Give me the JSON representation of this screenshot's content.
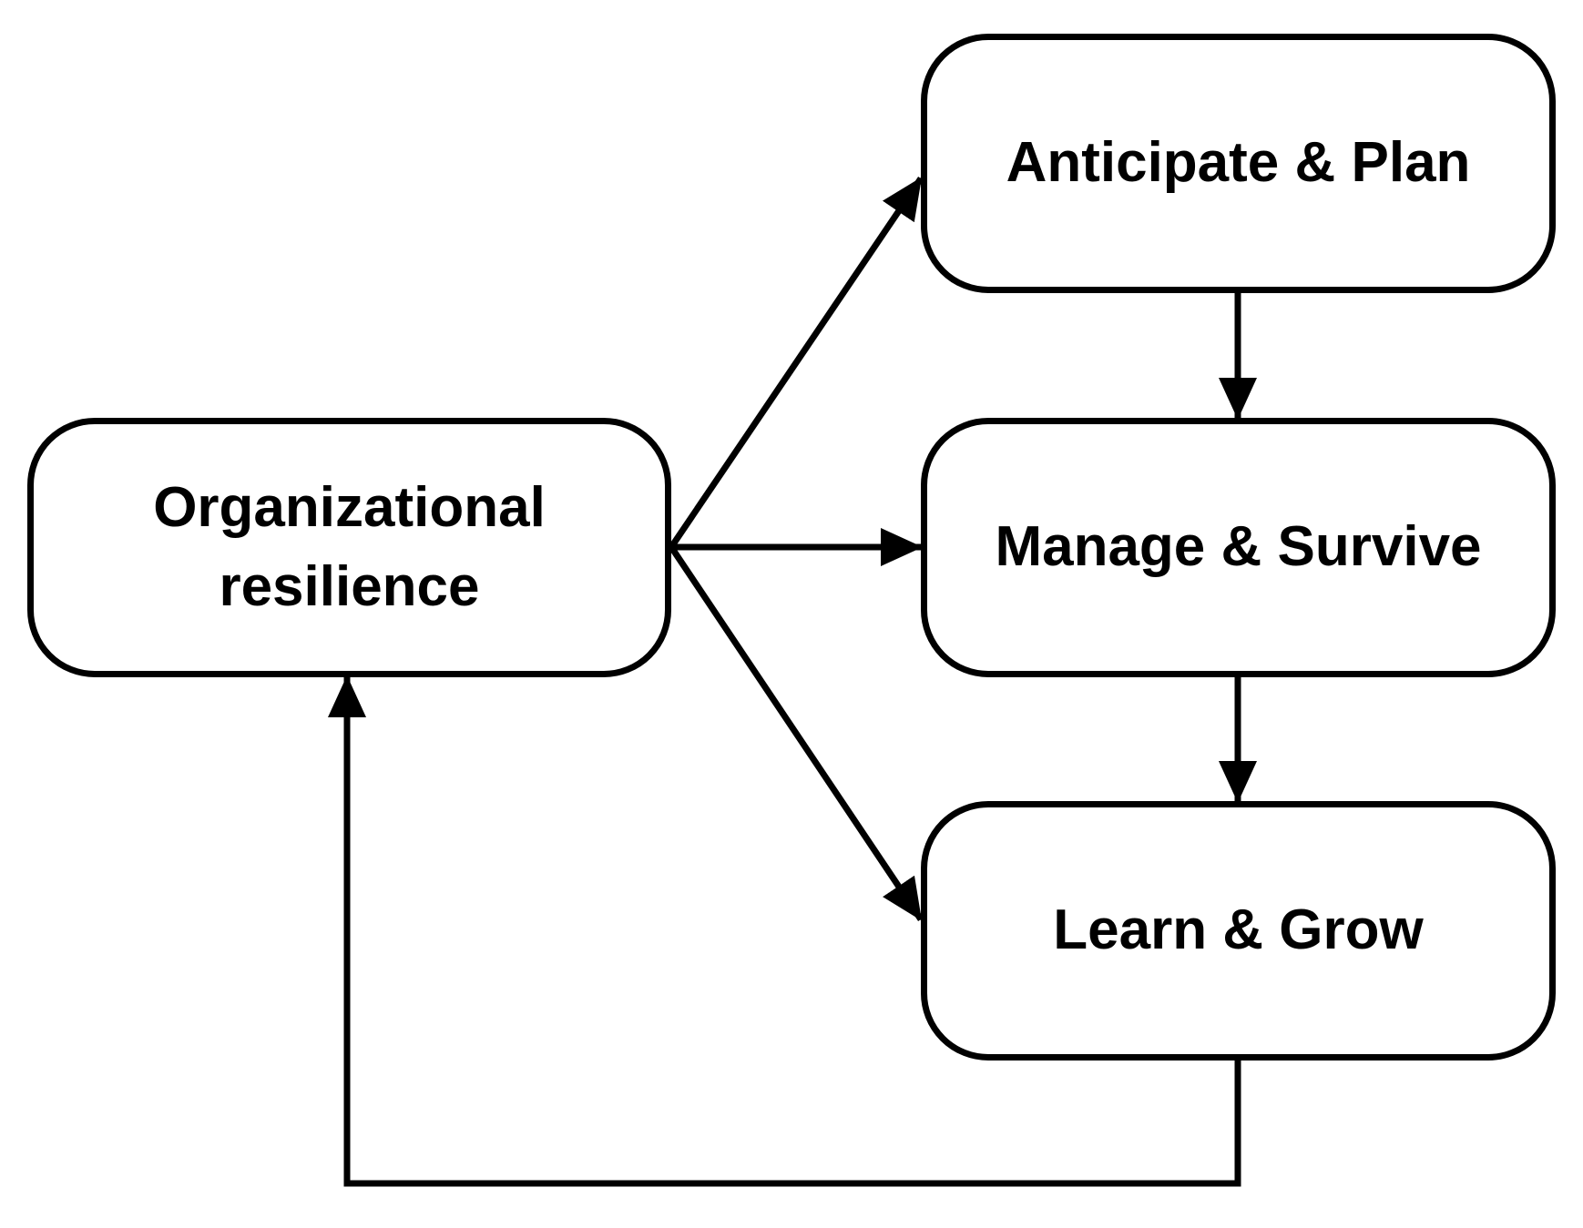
{
  "diagram": {
    "nodes": {
      "org": {
        "label": "Organizational\nresilience"
      },
      "anticipate": {
        "label": "Anticipate & Plan"
      },
      "manage": {
        "label": "Manage & Survive"
      },
      "learn": {
        "label": "Learn & Grow"
      }
    },
    "edges": [
      {
        "from": "org",
        "to": "anticipate"
      },
      {
        "from": "org",
        "to": "manage"
      },
      {
        "from": "org",
        "to": "learn"
      },
      {
        "from": "anticipate",
        "to": "manage"
      },
      {
        "from": "manage",
        "to": "learn"
      },
      {
        "from": "learn",
        "to": "org"
      }
    ],
    "colors": {
      "stroke": "#000000",
      "background": "#ffffff"
    }
  }
}
